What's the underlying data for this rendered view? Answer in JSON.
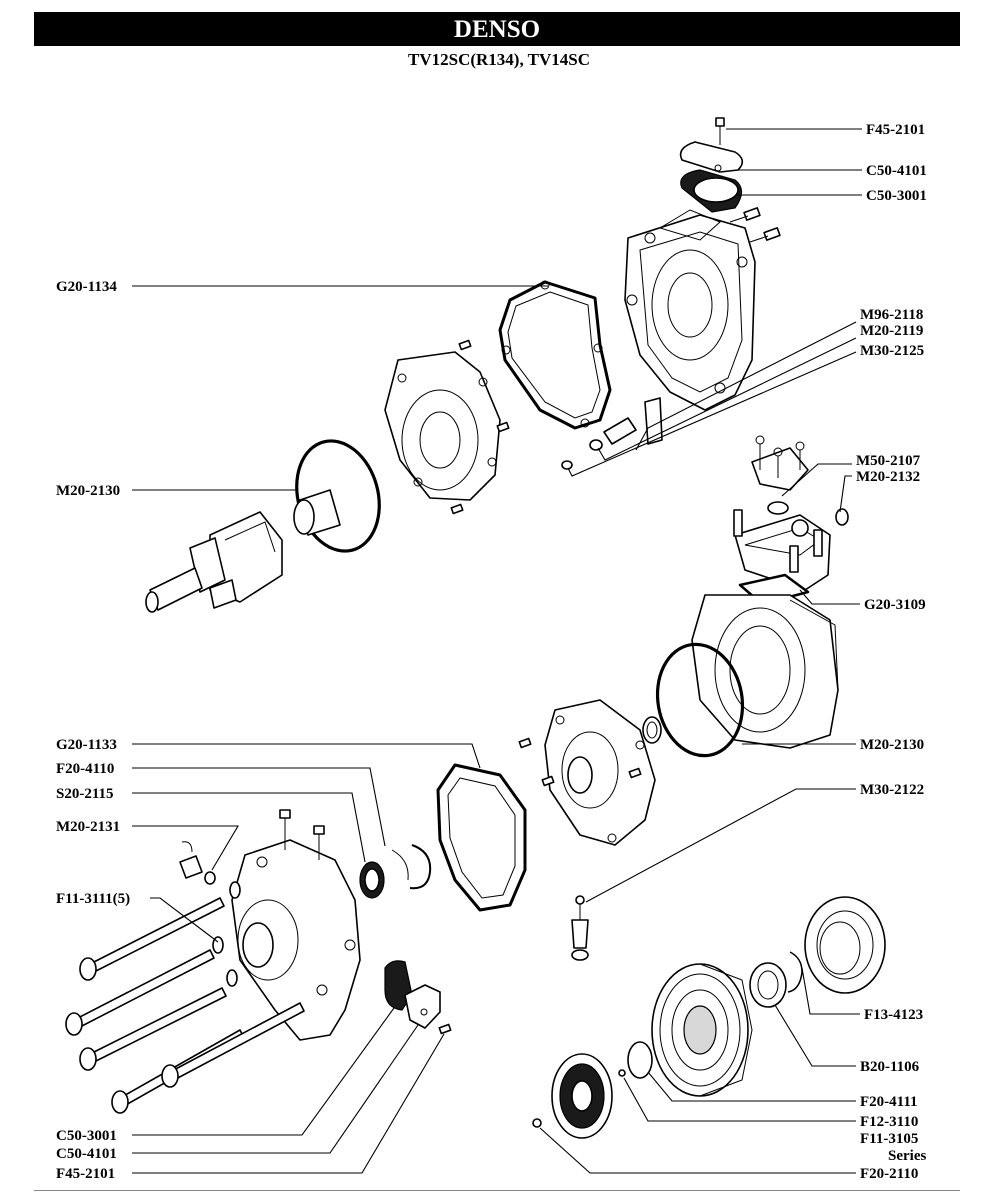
{
  "header": {
    "brand": "DENSO",
    "model": "TV12SC(R134), TV14SC"
  },
  "labels": {
    "f45_2101_top": "F45-2101",
    "c50_4101_top": "C50-4101",
    "c50_3001_top": "C50-3001",
    "g20_1134": "G20-1134",
    "m96_2118": "M96-2118",
    "m20_2119": "M20-2119",
    "m30_2125": "M30-2125",
    "m20_2130_top": "M20-2130",
    "m50_2107": "M50-2107",
    "m20_2132": "M20-2132",
    "g20_3109": "G20-3109",
    "m20_2130_mid": "M20-2130",
    "g20_1133": "G20-1133",
    "f20_4110": "F20-4110",
    "s20_2115": "S20-2115",
    "m20_2131": "M20-2131",
    "m30_2122": "M30-2122",
    "f11_3111": "F11-3111(5)",
    "f13_4123": "F13-4123",
    "b20_1106": "B20-1106",
    "f20_4111": "F20-4111",
    "f12_3110": "F12-3110",
    "f11_3105": "F11-3105",
    "series": "Series",
    "f20_2110": "F20-2110",
    "c50_3001_bottom": "C50-3001",
    "c50_4101_bottom": "C50-4101",
    "f45_2101_bottom": "F45-2101"
  }
}
